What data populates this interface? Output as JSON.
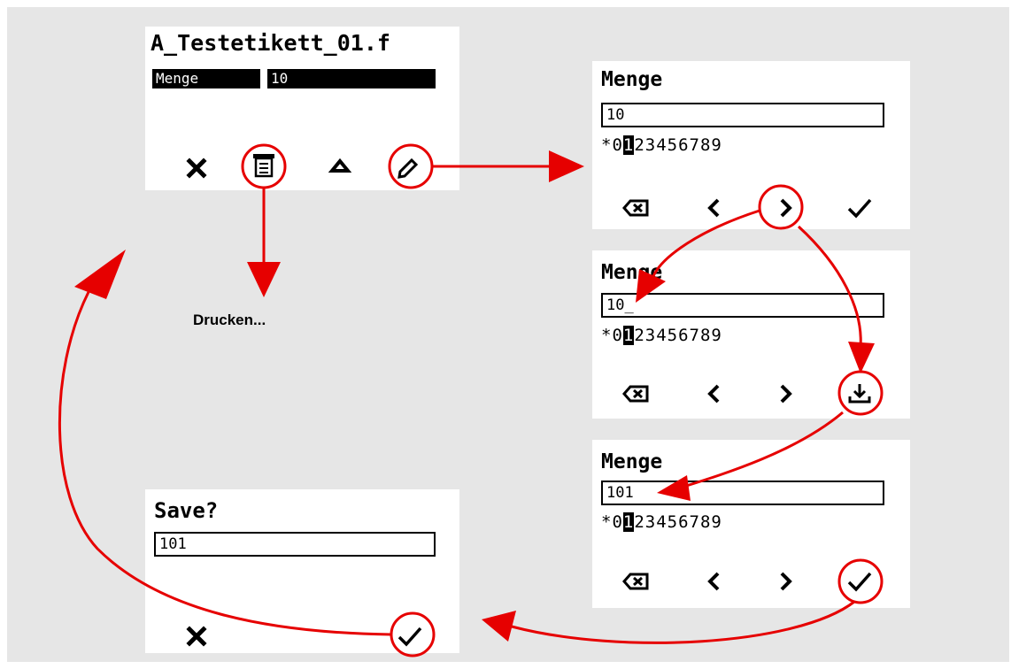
{
  "screens": {
    "main": {
      "title": "A_Testetikett_01.f",
      "field_label": "Menge",
      "field_value": "10",
      "icons": [
        "close-icon",
        "print-icon",
        "up-triangle-icon",
        "edit-pencil-icon"
      ]
    },
    "edit1": {
      "title": "Menge",
      "value": "10",
      "charset_prefix": "*0",
      "charset_selected": "1",
      "charset_suffix": "23456789",
      "icons": [
        "backspace-icon",
        "left-chevron-icon",
        "right-chevron-icon",
        "check-icon"
      ]
    },
    "edit2": {
      "title": "Menge",
      "value": "10_",
      "charset_prefix": "*0",
      "charset_selected": "1",
      "charset_suffix": "23456789",
      "icons": [
        "backspace-icon",
        "left-chevron-icon",
        "right-chevron-icon",
        "insert-download-icon"
      ]
    },
    "edit3": {
      "title": "Menge",
      "value": "101",
      "charset_prefix": "*0",
      "charset_selected": "1",
      "charset_suffix": "23456789",
      "icons": [
        "backspace-icon",
        "left-chevron-icon",
        "right-chevron-icon",
        "check-icon"
      ]
    },
    "save": {
      "title": "Save?",
      "value": "101",
      "icons": [
        "close-icon",
        "check-icon"
      ]
    }
  },
  "print_label": "Drucken...",
  "colors": {
    "arrow": "#e60000",
    "background": "#e6e6e6",
    "screen": "#ffffff",
    "ink": "#000000"
  }
}
